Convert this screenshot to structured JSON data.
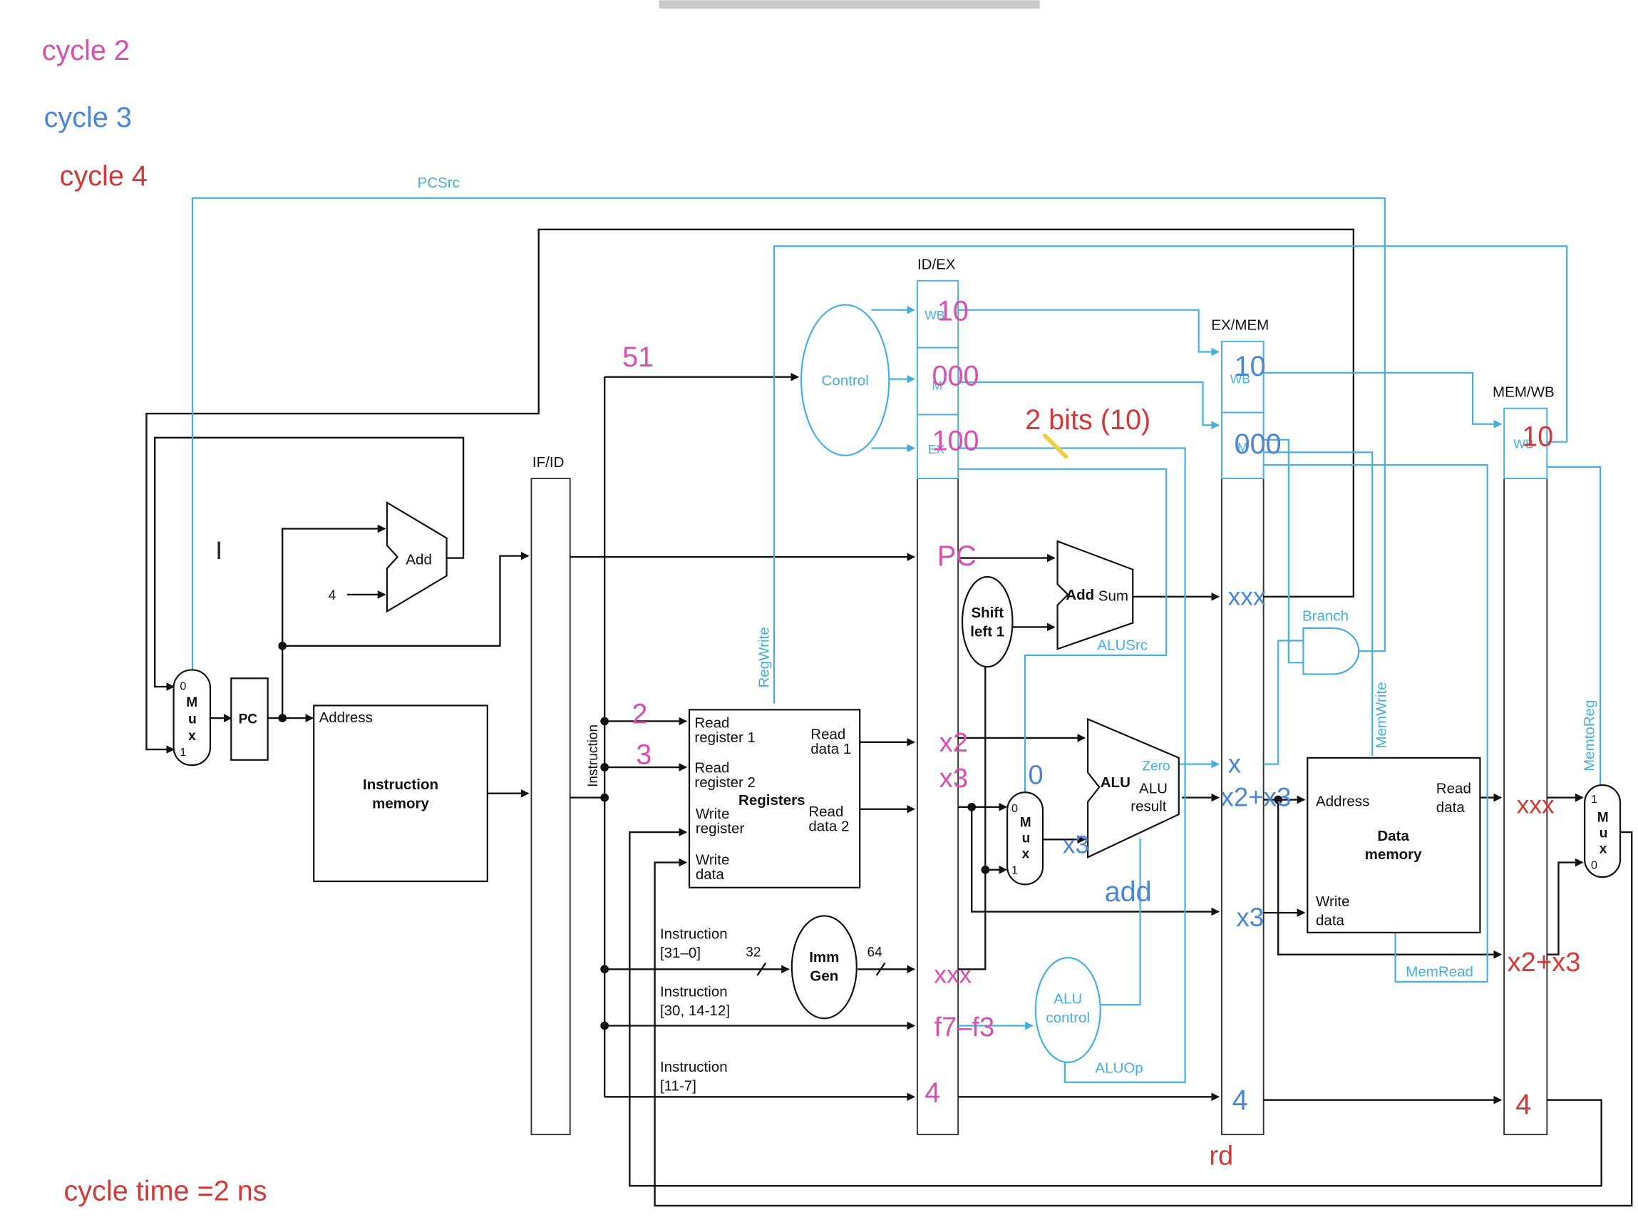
{
  "legend": {
    "cycle2": "cycle 2",
    "cycle3": "cycle 3",
    "cycle4": "cycle 4",
    "cycle_time": "cycle time =2 ns"
  },
  "colors": {
    "pink": "#d94fb0",
    "blue": "#4a86d8",
    "red": "#d23a3a",
    "cyan": "#45b0dd",
    "black": "#111111",
    "yellow": "#f0d040"
  },
  "pipeline_registers": {
    "if_id": "IF/ID",
    "id_ex": "ID/EX",
    "ex_mem": "EX/MEM",
    "mem_wb": "MEM/WB"
  },
  "components": {
    "pc": "PC",
    "add": "Add",
    "four": "4",
    "address": "Address",
    "instruction_memory": [
      "Instruction",
      "memory"
    ],
    "control": "Control",
    "registers": "Registers",
    "read_register_1": [
      "Read",
      "register 1"
    ],
    "read_register_2": [
      "Read",
      "register 2"
    ],
    "write_register": [
      "Write",
      "register"
    ],
    "write_data": [
      "Write",
      "data"
    ],
    "read_data_1": [
      "Read",
      "data 1"
    ],
    "read_data_2": [
      "Read",
      "data 2"
    ],
    "imm_gen": [
      "Imm",
      "Gen"
    ],
    "shift_left": [
      "Shift",
      "left 1"
    ],
    "add_sum": [
      "Add",
      "Sum"
    ],
    "alu": "ALU",
    "zero": "Zero",
    "alu_result": [
      "ALU",
      "result"
    ],
    "alu_control": [
      "ALU",
      "control"
    ],
    "data_memory": [
      "Data",
      "memory"
    ],
    "dm_address": "Address",
    "dm_read_data": [
      "Read",
      "data"
    ],
    "dm_write_data": [
      "Write",
      "data"
    ],
    "mux": [
      "M",
      "u",
      "x"
    ],
    "wb": "WB",
    "m": "M",
    "ex": "EX"
  },
  "instruction_fields": {
    "instruction": "Instruction",
    "i31_0": [
      "Instruction",
      "[31–0]"
    ],
    "i30_14_12": [
      "Instruction",
      "[30, 14-12]"
    ],
    "i11_7": [
      "Instruction",
      "[11-7]"
    ],
    "w32": "32",
    "w64": "64"
  },
  "control_signals": {
    "pcsrc": "PCSrc",
    "regwrite": "RegWrite",
    "alusrc": "ALUSrc",
    "aluop": "ALUOp",
    "branch": "Branch",
    "memwrite": "MemWrite",
    "memread": "MemRead",
    "memtoreg": "MemtoReg"
  },
  "annotations": {
    "pink": {
      "opcode": "51",
      "wb": "10",
      "m": "000",
      "ex": "100",
      "pc": "PC",
      "rs1": "2",
      "rs2": "3",
      "x2": "x2",
      "x3": "x3",
      "imm": "xxx",
      "funct": "f7–f3",
      "rd": "4"
    },
    "blue": {
      "wb": "10",
      "m": "000",
      "sum": "xxx",
      "zero": "x",
      "result": "x2+x3",
      "x3": "x3",
      "rd": "4",
      "mux_sel": "0",
      "mux_out": "x3",
      "op": "add"
    },
    "red": {
      "alusrc_note": "2 bits (10)",
      "wb": "10",
      "read_data": "xxx",
      "alu_result": "x2+x3",
      "rd": "4",
      "rd_label": "rd"
    }
  }
}
